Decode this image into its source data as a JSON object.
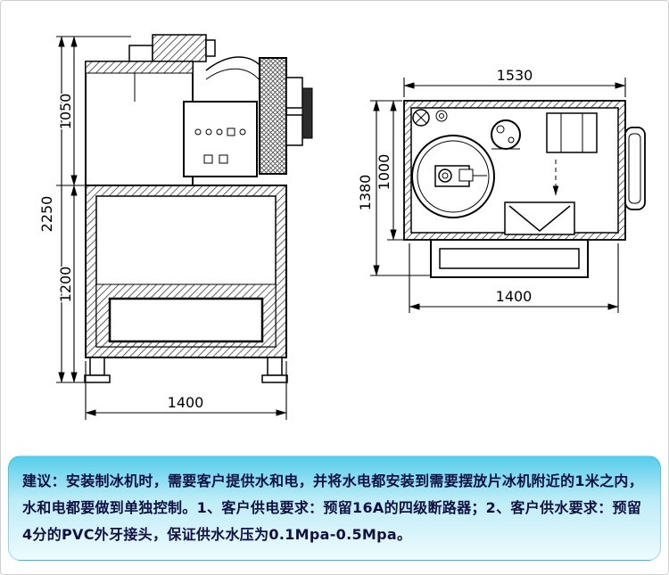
{
  "front_view": {
    "dims": {
      "total_height": "2250",
      "upper_height": "1050",
      "lower_height": "1200",
      "width": "1400"
    }
  },
  "top_view": {
    "dims": {
      "overall_width": "1530",
      "total_depth": "1380",
      "body_depth": "1000",
      "width": "1400"
    }
  },
  "advice": {
    "lines": [
      "建议：安装制冰机时，需要客户提供水和电，并将水电都安装到需要摆放片冰机附近的1米之内，",
      "水和电都要做到单独控制。1、客户供电要求：预留16A的四级断路器；2、客户供水要求：预留",
      "4分的PVC外牙接头，保证供水水压为0.1Mpa-0.5Mpa。"
    ]
  },
  "colors": {
    "line": "#000000",
    "advice_text": "#101042",
    "advice_gradient_top": "#55cdeb",
    "advice_gradient_mid": "#bdecf7",
    "advice_gradient_bottom": "#eefbfe"
  }
}
